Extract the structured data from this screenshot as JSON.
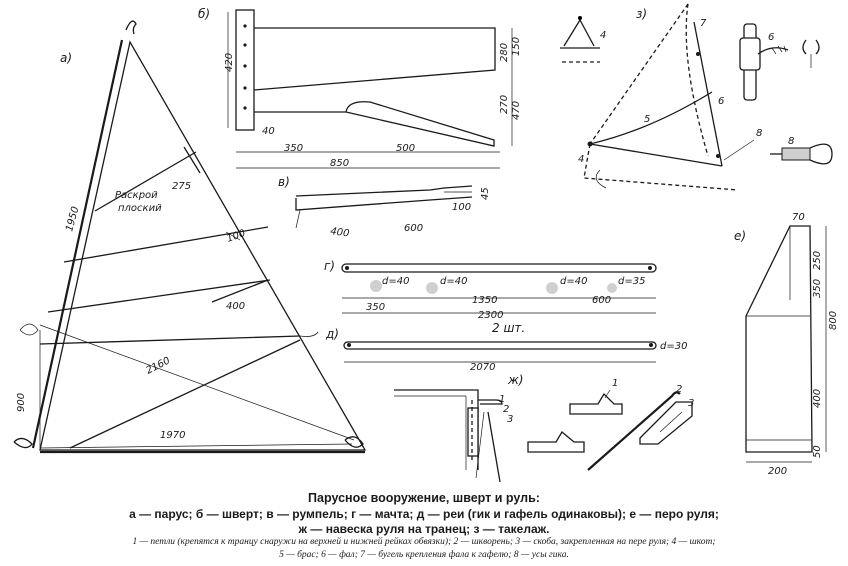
{
  "figure": {
    "panel_labels": {
      "a": "а)",
      "b": "б)",
      "v": "в)",
      "g": "г)",
      "d": "д)",
      "e": "е)",
      "zh": "ж)",
      "z": "з)"
    },
    "sail": {
      "note_line1": "Раскрой",
      "note_line2": "плоский",
      "dims": {
        "luff": "1950",
        "diag": "2160",
        "foot": "1970",
        "tack": "900",
        "batten1": "275",
        "batten2": "100",
        "batten3": "400"
      }
    },
    "centerboard": {
      "dims": {
        "height": "420",
        "top": "280",
        "top_total": "150",
        "bottom": "270",
        "bottom_total": "470",
        "width": "40",
        "d350": "350",
        "d500": "500",
        "d850": "850"
      }
    },
    "tiller": {
      "dims": {
        "d400": "400",
        "d600": "600",
        "d100": "100",
        "d45": "45"
      }
    },
    "mast": {
      "dims": {
        "dia1": "d=40",
        "dia2": "d=40",
        "dia3": "d=40",
        "dia4": "d=35",
        "d350": "350",
        "d1350": "1350",
        "d600": "600",
        "d2300": "2300"
      }
    },
    "yard": {
      "qty": "2 шт.",
      "dia": "d=30",
      "length": "2070"
    },
    "rudder": {
      "dims": {
        "top": "70",
        "d250": "250",
        "d350": "350",
        "d800": "800",
        "d400": "400",
        "d50": "50",
        "width": "200"
      }
    },
    "hinge_refs": [
      "1",
      "2",
      "3"
    ],
    "rigging_refs": [
      "4",
      "5",
      "6",
      "7",
      "8"
    ]
  },
  "caption": {
    "title": "Парусное вооружение, шверт и руль:",
    "line1": "а — парус;   б — шверт;   в — румпель;   г — мачта;   д — реи (гик и гафель одинаковы); е — перо руля;",
    "line2": "ж — навеска руля на транец;  з — такелаж.",
    "legend1": "1 — петли (крепятся к транцу снаружи на верхней и нижней рейках обвязки); 2 — шкворень; 3 — скоба, закрепленная на пере руля; 4 — шкот;",
    "legend2": "5 — брас; 6 — фал; 7 — бугель крепления фала к гафелю; 8 — усы гика."
  }
}
